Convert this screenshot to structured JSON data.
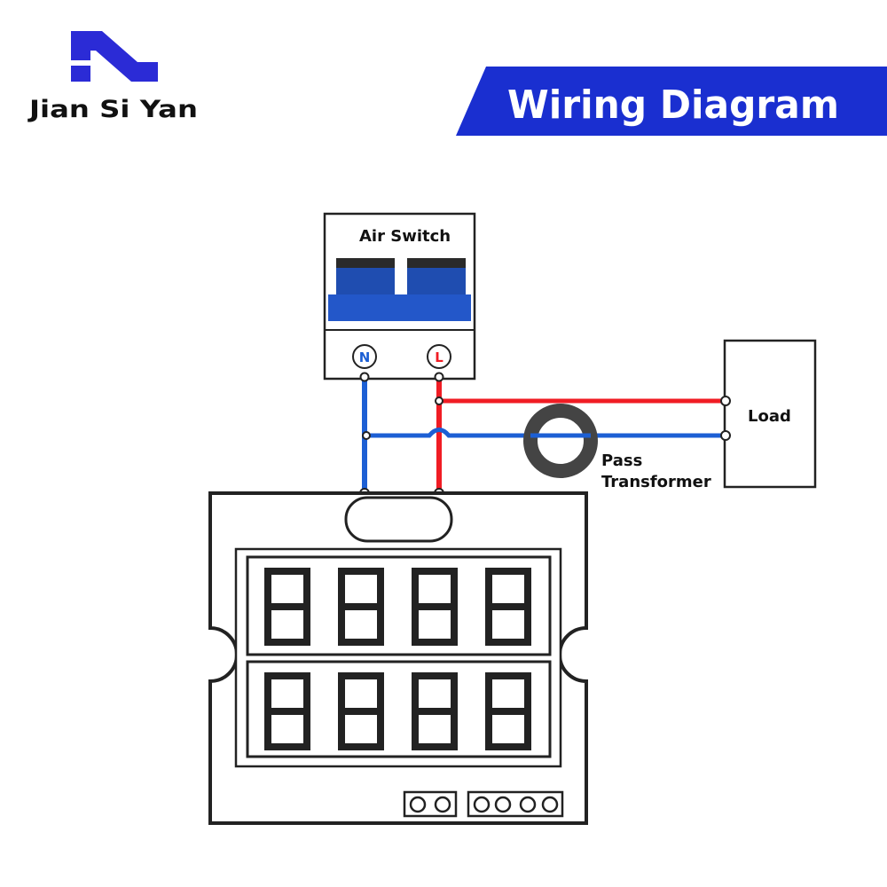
{
  "brand": {
    "name": "Jian Si Yan",
    "logo_color": "#2b2bd6"
  },
  "banner": {
    "title": "Wiring Diagram",
    "color": "#1a2fd0"
  },
  "components": {
    "air_switch": {
      "label": "Air Switch",
      "terminal_n": "N",
      "terminal_l": "L"
    },
    "load": {
      "label": "Load"
    },
    "transformer": {
      "label_line1": "Pass",
      "label_line2": "Transformer"
    },
    "meter": {
      "digit_count_per_row": 4,
      "rows": 2,
      "terminal_block_small": 2,
      "terminal_block_large": 4
    }
  },
  "colors": {
    "neutral_wire": "#1c5fd4",
    "live_wire": "#f01c24",
    "switch_body": "#1f4db0",
    "switch_top": "#2a2a2a",
    "outline": "#222222"
  }
}
